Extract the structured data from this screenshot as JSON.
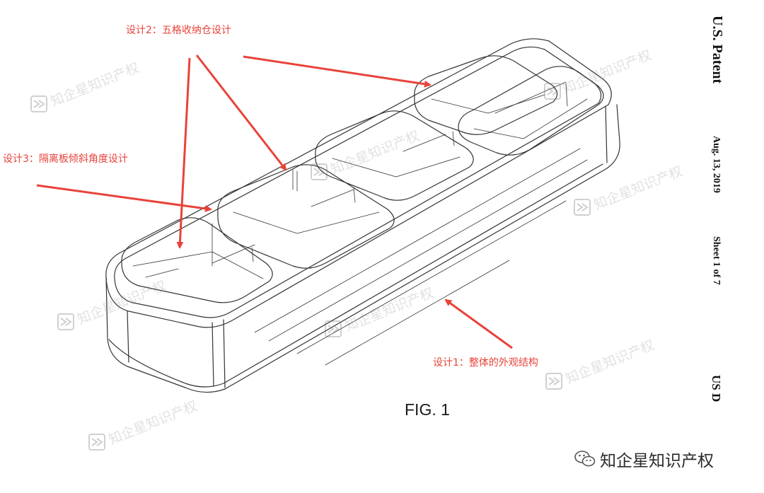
{
  "annotations": {
    "design_2": "设计2：五格收纳仓设计",
    "design_3": "设计3：隔离板倾斜角度设计",
    "design_1": "设计1：整体的外观结构"
  },
  "figure_label": "FIG. 1",
  "patent_header": {
    "title": "U.S. Patent",
    "date": "Aug. 13, 2019",
    "sheet": "Sheet 1 of 7",
    "number_partial": "US D"
  },
  "watermark_text": "知企星知识产权",
  "footer": {
    "account_name": "知企星知识产权",
    "icon": "wechat-icon"
  },
  "colors": {
    "annotation_red": "#e8433a",
    "line": "#333333"
  }
}
